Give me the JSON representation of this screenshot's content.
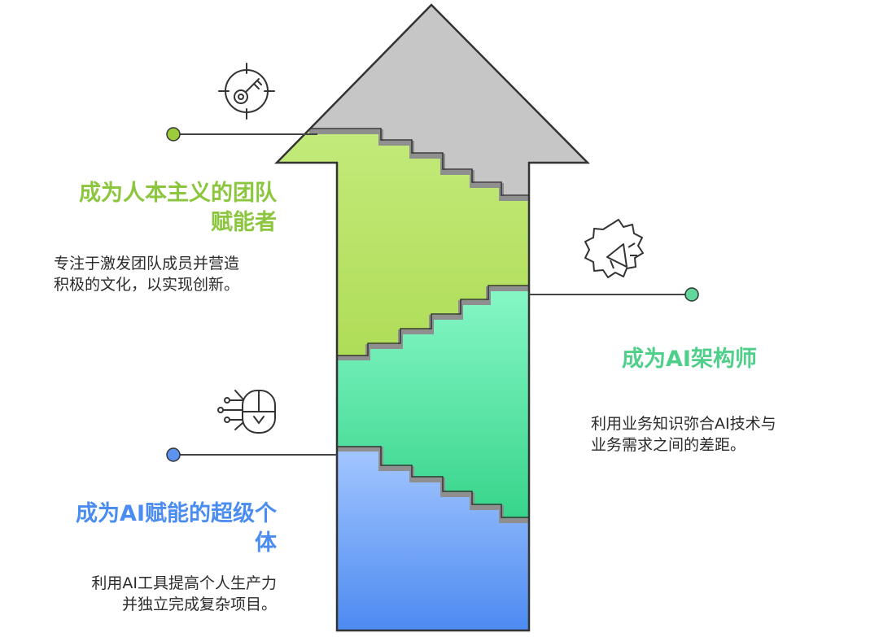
{
  "stages": [
    {
      "title": "成为人本主义的团队赋能者",
      "title_lines": [
        "成为人本主义的团队",
        "赋能者"
      ],
      "description_lines": [
        "专注于激发团队成员并营造",
        "积极的文化，以实现创新。"
      ],
      "color": "#8cc63f",
      "icon": "target-key-icon"
    },
    {
      "title": "成为AI架构师",
      "title_lines": [
        "成为AI架构师"
      ],
      "description_lines": [
        "利用业务知识弥合AI技术与",
        "业务需求之间的差距。"
      ],
      "color": "#4fcf8a",
      "icon": "megaphone-gear-icon"
    },
    {
      "title": "成为AI赋能的超级个体",
      "title_lines": [
        "成为AI赋能的超级个",
        "体"
      ],
      "description_lines": [
        "利用AI工具提高个人生产力",
        "并独立完成复杂项目。"
      ],
      "color": "#4a8cf0",
      "icon": "circuit-mouse-icon"
    }
  ],
  "colors": {
    "arrow_head": "#c8c8c8",
    "green_top": "#b9e56a",
    "green_bottom": "#9fd133",
    "teal_top": "#7ef5c0",
    "teal_bottom": "#3ad98e",
    "blue_top": "#9fc2ff",
    "blue_bottom": "#4d8df2",
    "outline": "#333333",
    "step_shadow": "#9a9a9a"
  }
}
